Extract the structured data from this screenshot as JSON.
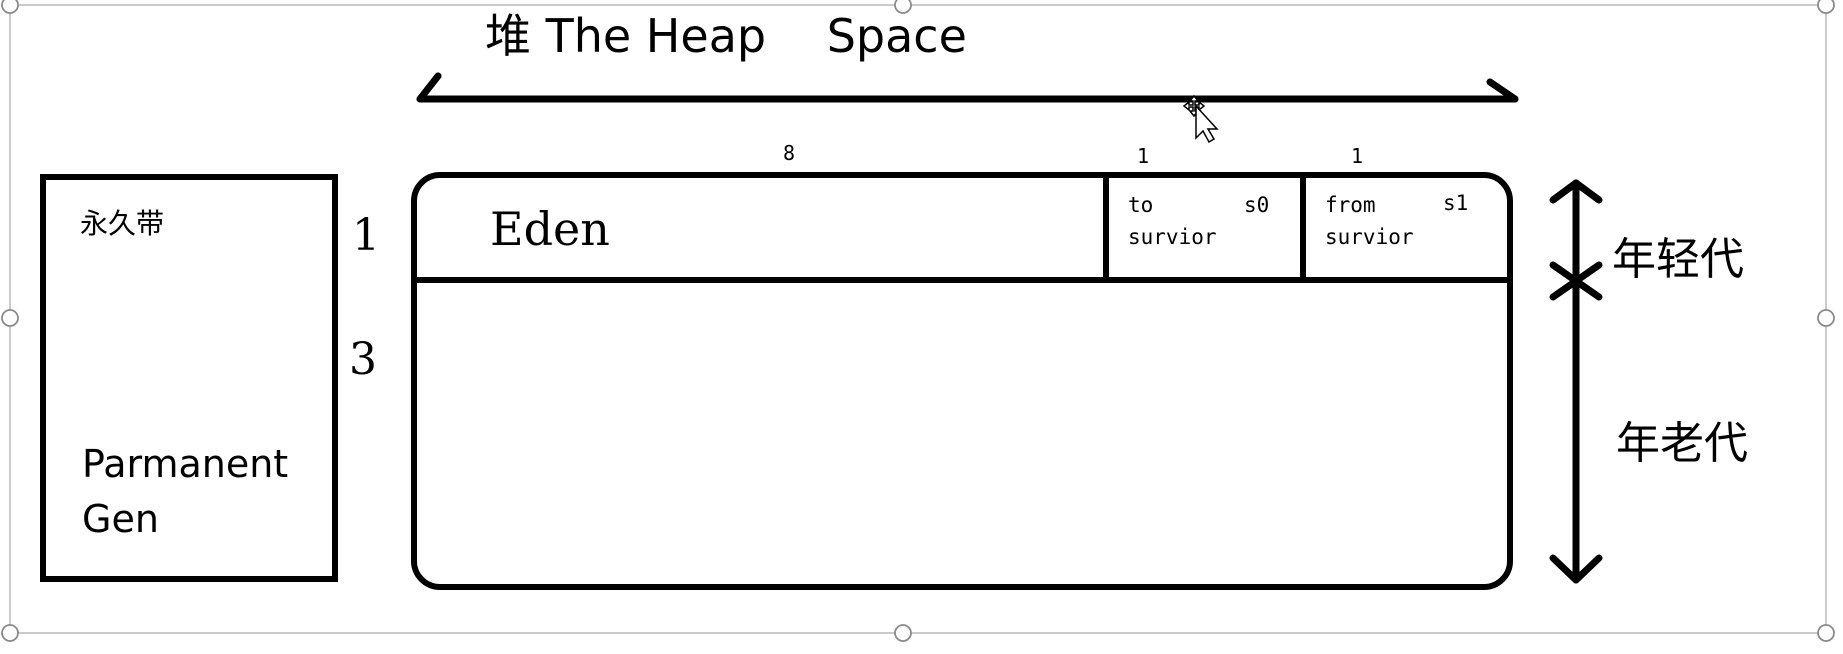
{
  "heap_title": "堆 The Heap　 Space",
  "permanent": {
    "cn_label": "永久带",
    "en_label_line1": "Parmanent",
    "en_label_line2": "Gen"
  },
  "ratios": {
    "young": "1",
    "old": "3",
    "eden": "8",
    "s0": "1",
    "s1": "1"
  },
  "eden": {
    "label": "Eden"
  },
  "survivor_to": {
    "line1_left": "to",
    "line1_right": "s0",
    "line2": "survior"
  },
  "survivor_from": {
    "line1_left": "from",
    "line1_right": "s1",
    "line2": "survior"
  },
  "young_gen_label": "年轻代",
  "old_gen_label": "年老代"
}
